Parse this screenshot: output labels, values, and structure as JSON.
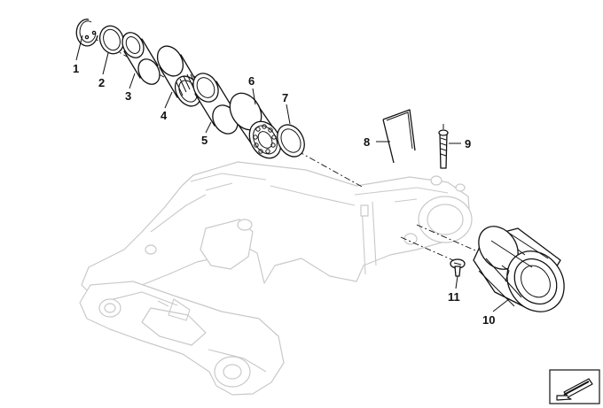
{
  "diagram": {
    "part_labels": [
      "1",
      "2",
      "3",
      "4",
      "5",
      "6",
      "7",
      "8",
      "9",
      "10",
      "11"
    ]
  },
  "icons": {
    "orientation": "arrow-direction-icon"
  },
  "colors": {
    "line": "#111111",
    "ghost": "#c9c9c9",
    "background": "#ffffff"
  }
}
